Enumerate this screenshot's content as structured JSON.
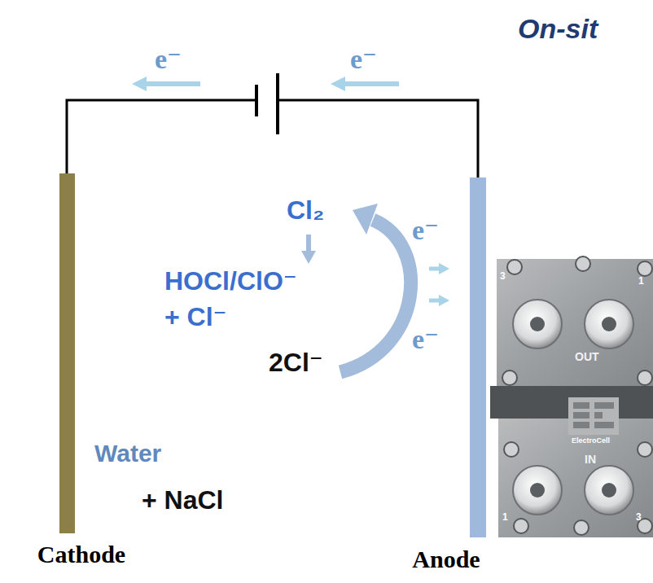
{
  "diagram": {
    "nodes": [
      {
        "text": [
          "Cathode"
        ]
      },
      {
        "text": [
          "Anode"
        ]
      }
    ],
    "edges": [
      {
        "from": 0,
        "to": 1,
        "arrow": "none"
      }
    ],
    "labels": [
      "On-sit",
      "e⁻",
      "e⁻",
      "Cl₂",
      "e⁻",
      "HOCl/ClO⁻",
      "+ Cl⁻",
      "e⁻",
      "2Cl⁻",
      "Water",
      "+ NaCl",
      "3",
      "1",
      "OUT",
      "ElectroCell",
      "IN",
      "1",
      "3"
    ]
  }
}
